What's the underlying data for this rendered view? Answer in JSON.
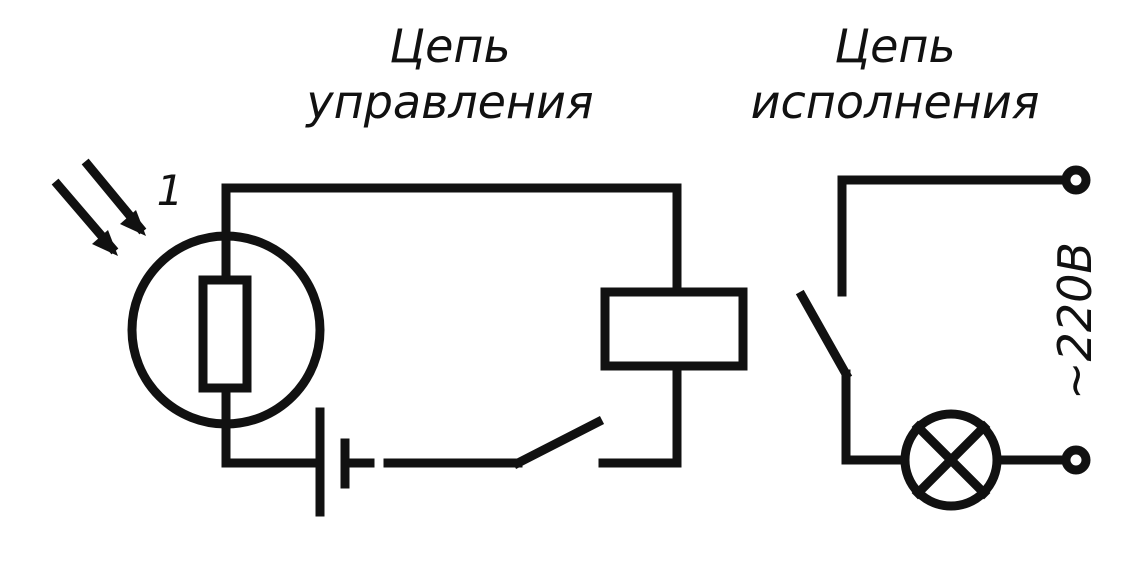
{
  "labels": {
    "control_circuit_line1": "Цепь",
    "control_circuit_line2": "управления",
    "execution_circuit_line1": "Цепь",
    "execution_circuit_line2": "исполнения",
    "component_number": "1",
    "voltage": "~220В"
  },
  "colors": {
    "line": "#111111",
    "background": "#ffffff"
  }
}
